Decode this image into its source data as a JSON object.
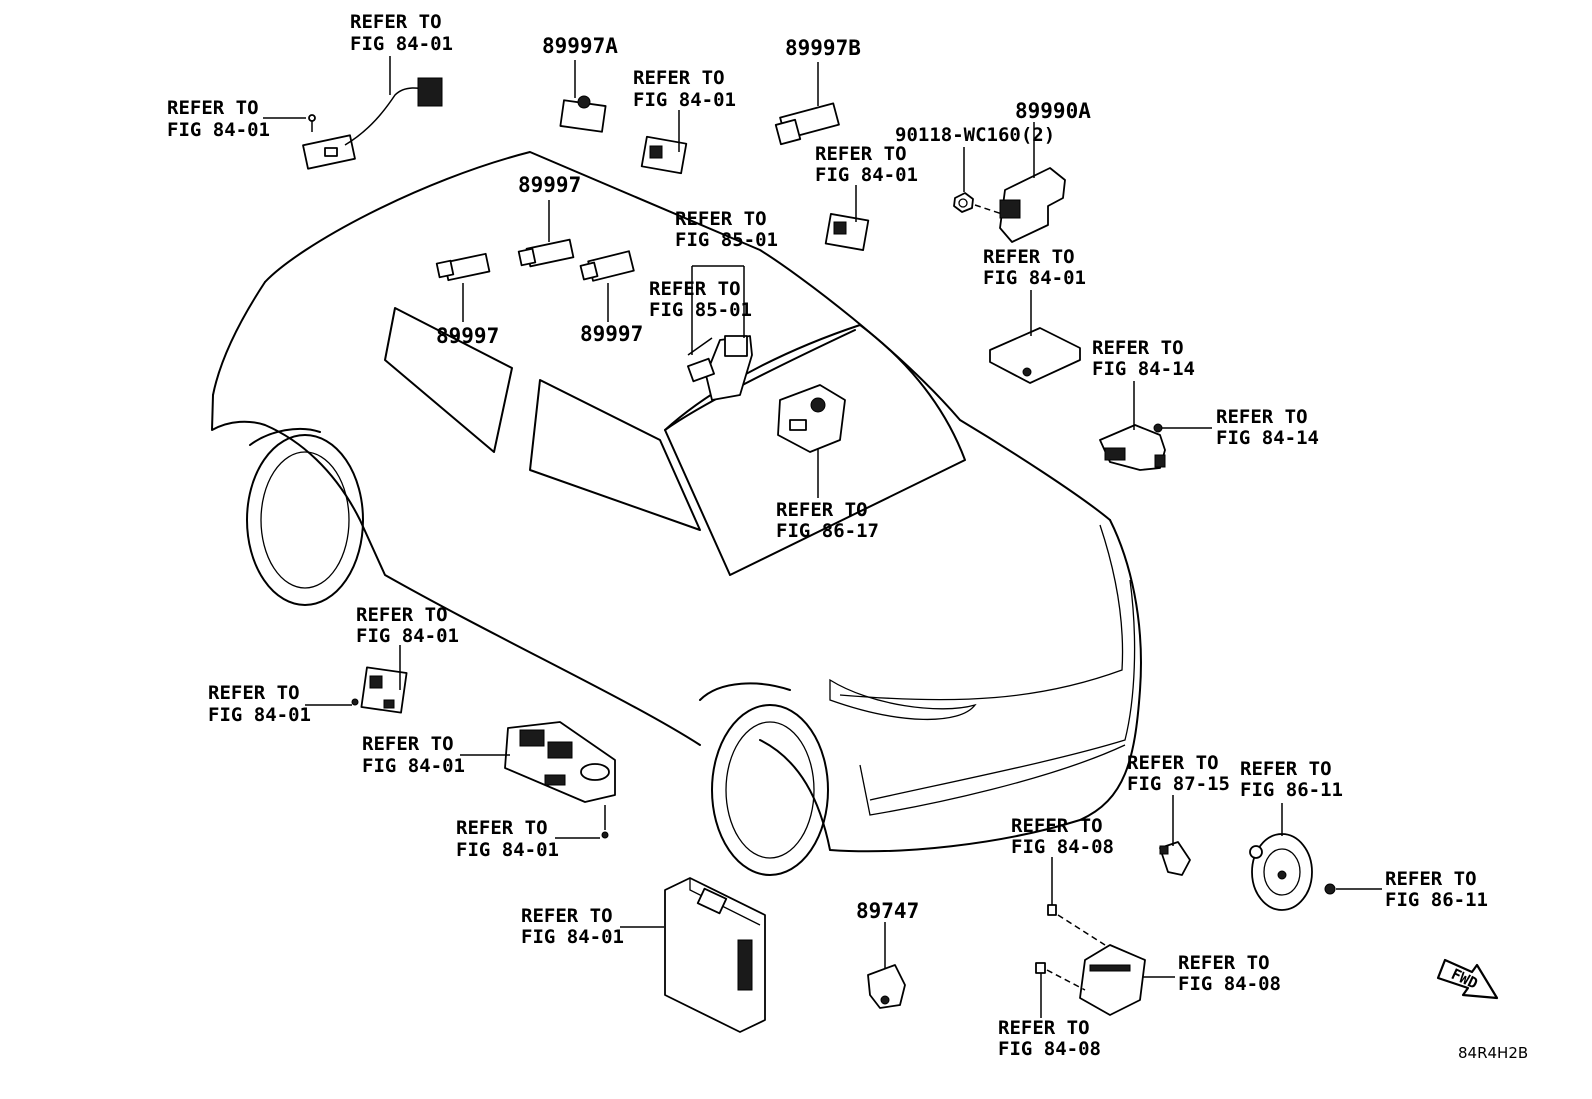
{
  "part_numbers": {
    "p89997a": "89997A",
    "p89997b": "89997B",
    "p89997_top": "89997",
    "p89997_left": "89997",
    "p89997_right": "89997",
    "p89990a": "89990A",
    "bolt_90118": "90118-WC160(2)",
    "p89747": "89747"
  },
  "refer_labels": [
    {
      "id": "ref-keyfob-top",
      "line1": "REFER TO",
      "line2": "FIG 84-01"
    },
    {
      "id": "ref-keyfob-left",
      "line1": "REFER TO",
      "line2": "FIG 84-01"
    },
    {
      "id": "ref-switch-top",
      "line1": "REFER TO",
      "line2": "FIG 84-01"
    },
    {
      "id": "ref-switch-right",
      "line1": "REFER TO",
      "line2": "FIG 84-01"
    },
    {
      "id": "ref-sensor-85-top",
      "line1": "REFER TO",
      "line2": "FIG 85-01"
    },
    {
      "id": "ref-sensor-85-bottom",
      "line1": "REFER TO",
      "line2": "FIG 85-01"
    },
    {
      "id": "ref-ecu-8990",
      "line1": "REFER TO",
      "line2": "FIG 84-01"
    },
    {
      "id": "ref-yaw-84-14-top",
      "line1": "REFER TO",
      "line2": "FIG 84-14"
    },
    {
      "id": "ref-yaw-84-14-right",
      "line1": "REFER TO",
      "line2": "FIG 84-14"
    },
    {
      "id": "ref-camera-86-17",
      "line1": "REFER TO",
      "line2": "FIG 86-17"
    },
    {
      "id": "ref-door-switch-top",
      "line1": "REFER TO",
      "line2": "FIG 84-01"
    },
    {
      "id": "ref-door-switch-left",
      "line1": "REFER TO",
      "line2": "FIG 84-01"
    },
    {
      "id": "ref-window-switch",
      "line1": "REFER TO",
      "line2": "FIG 84-01"
    },
    {
      "id": "ref-window-screw",
      "line1": "REFER TO",
      "line2": "FIG 84-01"
    },
    {
      "id": "ref-body-ecu",
      "line1": "REFER TO",
      "line2": "FIG 84-01"
    },
    {
      "id": "ref-sensor-87-15",
      "line1": "REFER TO",
      "line2": "FIG 87-15"
    },
    {
      "id": "ref-horn-top",
      "line1": "REFER TO",
      "line2": "FIG 86-11"
    },
    {
      "id": "ref-horn-bolt",
      "line1": "REFER TO",
      "line2": "FIG 86-11"
    },
    {
      "id": "ref-radar-bolt-top",
      "line1": "REFER TO",
      "line2": "FIG 84-08"
    },
    {
      "id": "ref-radar-right",
      "line1": "REFER TO",
      "line2": "FIG 84-08"
    },
    {
      "id": "ref-radar-bolt-bottom",
      "line1": "REFER TO",
      "line2": "FIG 84-08"
    }
  ],
  "fwd_label": "FWD",
  "diagram_code": "84R4H2B"
}
